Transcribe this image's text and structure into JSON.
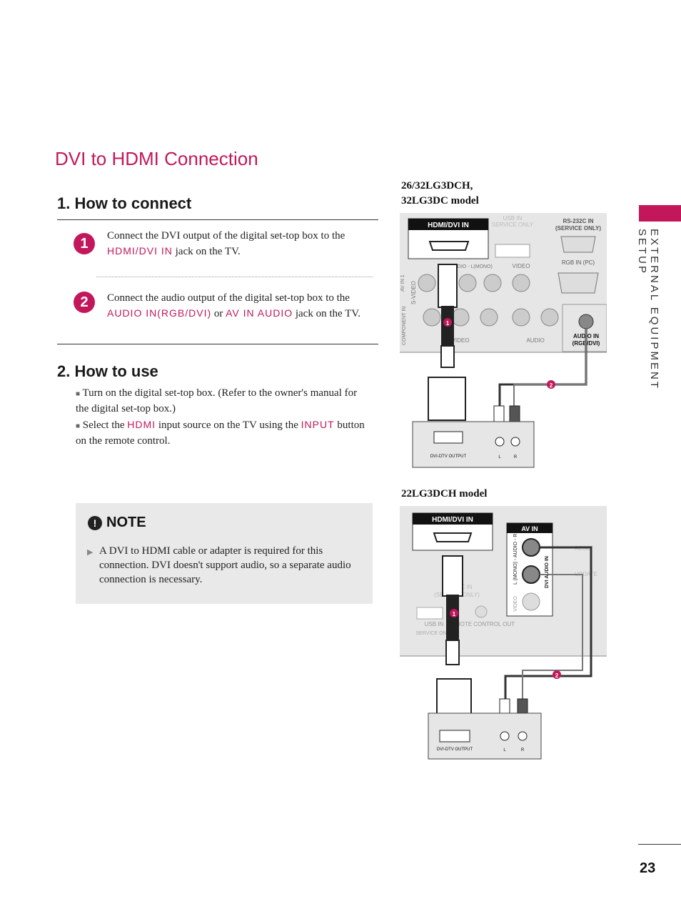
{
  "page": {
    "title": "DVI to HDMI Connection",
    "side_label": "EXTERNAL EQUIPMENT SETUP",
    "page_number": "23"
  },
  "connect": {
    "heading": "1. How to connect",
    "step1": {
      "num": "1",
      "text_before": "Connect the DVI output of the digital set-top box to the ",
      "highlight": "HDMI/DVI IN",
      "text_after": " jack on the TV."
    },
    "step2": {
      "num": "2",
      "text_before": "Connect the audio output of the digital set-top box to the ",
      "highlight1": "AUDIO IN(RGB/DVI)",
      "mid": " or ",
      "highlight2": "AV IN AUDIO",
      "text_after": " jack on the TV."
    }
  },
  "use": {
    "heading": "2. How to use",
    "bullet1": "Turn on the digital set-top box. (Refer to the owner's manual for the digital set-top box.)",
    "bullet2_before": "Select the ",
    "bullet2_hl1": "HDMI",
    "bullet2_mid": " input source on the TV using the ",
    "bullet2_hl2": "INPUT",
    "bullet2_after": " button on the remote control."
  },
  "note": {
    "icon": "!",
    "heading": "NOTE",
    "text": "A DVI to HDMI cable or adapter is required for this connection. DVI doesn't support audio, so a separate audio connection is necessary."
  },
  "diagram1": {
    "label_line1": "26/32LG3DCH,",
    "label_line2": "32LG3DC model",
    "hdmi_label": "HDMI/DVI IN",
    "usb_label": "USB IN",
    "usb_sub": "SERVICE ONLY",
    "rs232_label": "RS-232C IN",
    "rs232_sub": "(SERVICE ONLY)",
    "rgb_label": "RGB IN (PC)",
    "audio_in_label": "AUDIO IN",
    "audio_in_sub": "(RGB/DVI)",
    "av_in": "AV IN 1",
    "svideo": "S-VIDEO",
    "component": "COMPONENT IN",
    "video": "VIDEO",
    "audio": "AUDIO",
    "audio_mono": "R - AUDIO - L(MONO)",
    "dvi_output": "DVI-DTV OUTPUT",
    "jack_l": "L",
    "jack_r": "R",
    "marker1": "1",
    "marker2": "2"
  },
  "diagram2": {
    "label": "22LG3DCH model",
    "hdmi_label": "HDMI/DVI IN",
    "av_in": "AV IN",
    "audio_r": "L (MONO) - AUDIO - R",
    "audio_in_dvi": "DVI AUDIO IN",
    "video": "VIDEO",
    "rs232": "RS-232C IN",
    "rs232_sub": "(SERVICE ONLY)",
    "usb_label": "USB IN",
    "usb_sub": "SERVICE ONLY",
    "remote": "REMOTE CONTROL OUT",
    "reset": "RESET",
    "update": "UPDATE",
    "dvi_output": "DVI-DTV OUTPUT",
    "jack_l": "L",
    "jack_r": "R",
    "marker1": "1",
    "marker2": "2"
  },
  "colors": {
    "accent": "#c2185b",
    "panel_gray": "#e6e6e6",
    "note_bg": "#e9e9e9"
  }
}
